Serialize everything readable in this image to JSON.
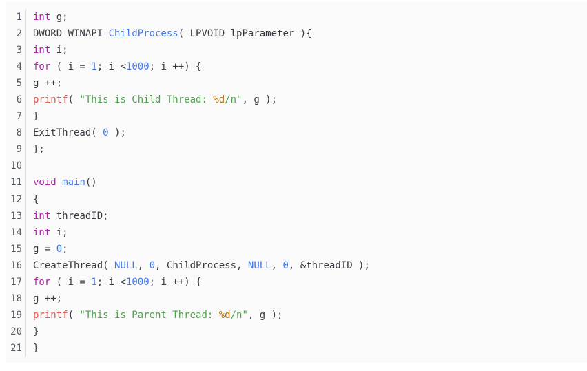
{
  "colors": {
    "page_background": "#ffffff",
    "block_background": "#fafafa",
    "plain_text": "#383a42",
    "line_number": "#555b62",
    "divider": "#dcdee1",
    "keyword": "#a626a4",
    "function": "#4078f2",
    "literal": "#4078f2",
    "string": "#50a14f",
    "format_spec": "#b76b01",
    "builtin": "#e45649"
  },
  "code_block": {
    "language": "c",
    "lines": [
      {
        "n": "1",
        "tokens": [
          {
            "t": "int",
            "c": "keyword"
          },
          {
            "t": " g;",
            "c": "plain"
          }
        ]
      },
      {
        "n": "2",
        "tokens": [
          {
            "t": "DWORD WINAPI ",
            "c": "plain"
          },
          {
            "t": "ChildProcess",
            "c": "function"
          },
          {
            "t": "( LPVOID lpParameter ){",
            "c": "plain"
          }
        ]
      },
      {
        "n": "3",
        "tokens": [
          {
            "t": "int",
            "c": "keyword"
          },
          {
            "t": " i;",
            "c": "plain"
          }
        ]
      },
      {
        "n": "4",
        "tokens": [
          {
            "t": "for",
            "c": "keyword"
          },
          {
            "t": " ( i = ",
            "c": "plain"
          },
          {
            "t": "1",
            "c": "literal"
          },
          {
            "t": "; i <",
            "c": "plain"
          },
          {
            "t": "1000",
            "c": "literal"
          },
          {
            "t": "; i ++) {",
            "c": "plain"
          }
        ]
      },
      {
        "n": "5",
        "tokens": [
          {
            "t": "g ++;",
            "c": "plain"
          }
        ]
      },
      {
        "n": "6",
        "tokens": [
          {
            "t": "printf",
            "c": "builtin"
          },
          {
            "t": "( ",
            "c": "plain"
          },
          {
            "t": "\"This is Child Thread: ",
            "c": "string"
          },
          {
            "t": "%d",
            "c": "format"
          },
          {
            "t": "/n\"",
            "c": "string"
          },
          {
            "t": ", g );",
            "c": "plain"
          }
        ]
      },
      {
        "n": "7",
        "tokens": [
          {
            "t": "}",
            "c": "plain"
          }
        ]
      },
      {
        "n": "8",
        "tokens": [
          {
            "t": "ExitThread( ",
            "c": "plain"
          },
          {
            "t": "0",
            "c": "literal"
          },
          {
            "t": " );",
            "c": "plain"
          }
        ]
      },
      {
        "n": "9",
        "tokens": [
          {
            "t": "};",
            "c": "plain"
          }
        ]
      },
      {
        "n": "10",
        "tokens": []
      },
      {
        "n": "11",
        "tokens": [
          {
            "t": "void",
            "c": "keyword"
          },
          {
            "t": " ",
            "c": "plain"
          },
          {
            "t": "main",
            "c": "function"
          },
          {
            "t": "()",
            "c": "plain"
          }
        ]
      },
      {
        "n": "12",
        "tokens": [
          {
            "t": "{",
            "c": "plain"
          }
        ]
      },
      {
        "n": "13",
        "tokens": [
          {
            "t": "int",
            "c": "keyword"
          },
          {
            "t": " threadID;",
            "c": "plain"
          }
        ]
      },
      {
        "n": "14",
        "tokens": [
          {
            "t": "int",
            "c": "keyword"
          },
          {
            "t": " i;",
            "c": "plain"
          }
        ]
      },
      {
        "n": "15",
        "tokens": [
          {
            "t": "g = ",
            "c": "plain"
          },
          {
            "t": "0",
            "c": "literal"
          },
          {
            "t": ";",
            "c": "plain"
          }
        ]
      },
      {
        "n": "16",
        "tokens": [
          {
            "t": "CreateThread( ",
            "c": "plain"
          },
          {
            "t": "NULL",
            "c": "literal"
          },
          {
            "t": ", ",
            "c": "plain"
          },
          {
            "t": "0",
            "c": "literal"
          },
          {
            "t": ", ChildProcess, ",
            "c": "plain"
          },
          {
            "t": "NULL",
            "c": "literal"
          },
          {
            "t": ", ",
            "c": "plain"
          },
          {
            "t": "0",
            "c": "literal"
          },
          {
            "t": ", &threadID );",
            "c": "plain"
          }
        ]
      },
      {
        "n": "17",
        "tokens": [
          {
            "t": "for",
            "c": "keyword"
          },
          {
            "t": " ( i = ",
            "c": "plain"
          },
          {
            "t": "1",
            "c": "literal"
          },
          {
            "t": "; i <",
            "c": "plain"
          },
          {
            "t": "1000",
            "c": "literal"
          },
          {
            "t": "; i ++) {",
            "c": "plain"
          }
        ]
      },
      {
        "n": "18",
        "tokens": [
          {
            "t": "g ++;",
            "c": "plain"
          }
        ]
      },
      {
        "n": "19",
        "tokens": [
          {
            "t": "printf",
            "c": "builtin"
          },
          {
            "t": "( ",
            "c": "plain"
          },
          {
            "t": "\"This is Parent Thread: ",
            "c": "string"
          },
          {
            "t": "%d",
            "c": "format"
          },
          {
            "t": "/n\"",
            "c": "string"
          },
          {
            "t": ", g );",
            "c": "plain"
          }
        ]
      },
      {
        "n": "20",
        "tokens": [
          {
            "t": "}",
            "c": "plain"
          }
        ]
      },
      {
        "n": "21",
        "tokens": [
          {
            "t": "}",
            "c": "plain"
          }
        ]
      }
    ]
  }
}
